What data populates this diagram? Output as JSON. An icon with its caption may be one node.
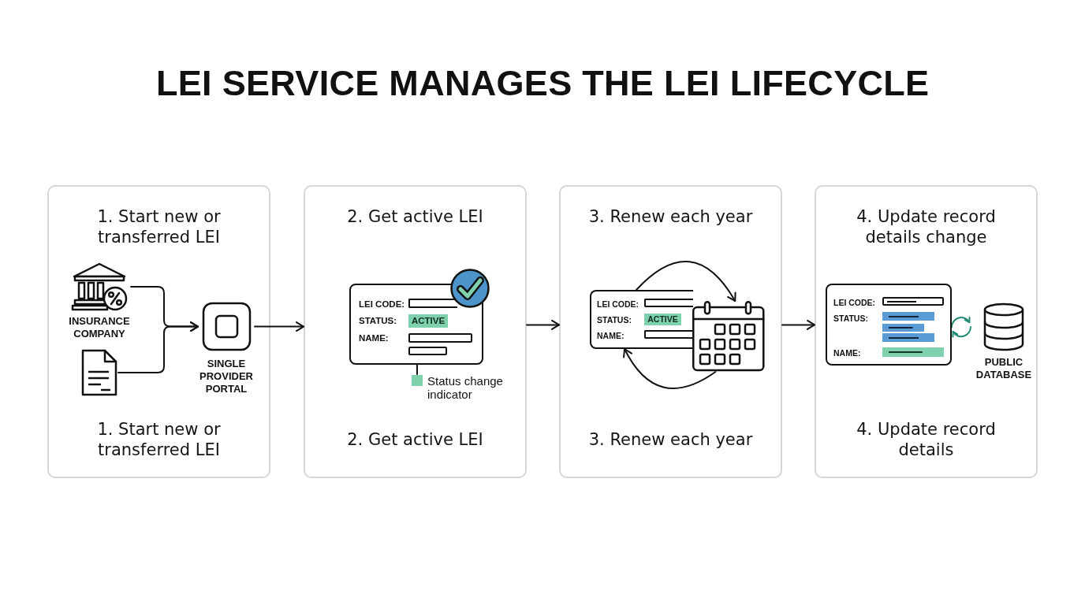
{
  "diagram": {
    "title": "LEI SERVICE MANAGES THE LEI LIFECYCLE",
    "nodes": [
      {
        "text": [
          "1. Start new or transferred LEI",
          "1. Start new or transferred LEI"
        ]
      },
      {
        "text": [
          "INSURANCE COMPANY"
        ],
        "in": 0
      },
      {
        "text": [],
        "shape": "picture",
        "in": 0
      },
      {
        "text": [
          "SINGLE PROVIDER PORTAL"
        ],
        "in": 0
      },
      {
        "text": [
          "2. Get active LEI",
          "2. Get active LEI"
        ]
      },
      {
        "text": [
          "LEI CODE:",
          "STATUS:",
          "ACTIVE",
          "NAME:"
        ],
        "in": 4
      },
      {
        "text": [],
        "shape": "box",
        "in": 5
      },
      {
        "text": [
          "Status change indicator"
        ],
        "in": 4
      },
      {
        "text": [
          "3. Renew each year",
          "3. Renew each year"
        ]
      },
      {
        "text": [
          "LEI CODE:",
          "STATUS:",
          "ACTIVE",
          "NAME:"
        ],
        "in": 8
      },
      {
        "text": [],
        "shape": "picture",
        "in": 8
      },
      {
        "text": [
          "4. Update record details change",
          "4. Update record details"
        ]
      },
      {
        "text": [
          "LEI CODE:",
          "STATUS:",
          "NAME:"
        ],
        "in": 11
      },
      {
        "text": [
          "PUBLIC DATABASE"
        ],
        "in": 11
      }
    ],
    "edges": [
      {
        "from": 1,
        "to": 3,
        "arrow": "to"
      },
      {
        "from": 2,
        "to": 3,
        "arrow": "to"
      },
      {
        "from": 3,
        "to": 4,
        "arrow": "to"
      },
      {
        "from": 4,
        "to": 8,
        "arrow": "to"
      },
      {
        "from": 8,
        "to": 11,
        "arrow": "to"
      },
      {
        "from": 7,
        "to": 6,
        "arrow": "none"
      },
      {
        "from": 9,
        "to": 10,
        "arrow": "to"
      },
      {
        "from": 10,
        "to": 9,
        "arrow": "to"
      },
      {
        "from": 12,
        "to": 13,
        "arrow": "both",
        "color": "#1e8b76"
      }
    ]
  }
}
